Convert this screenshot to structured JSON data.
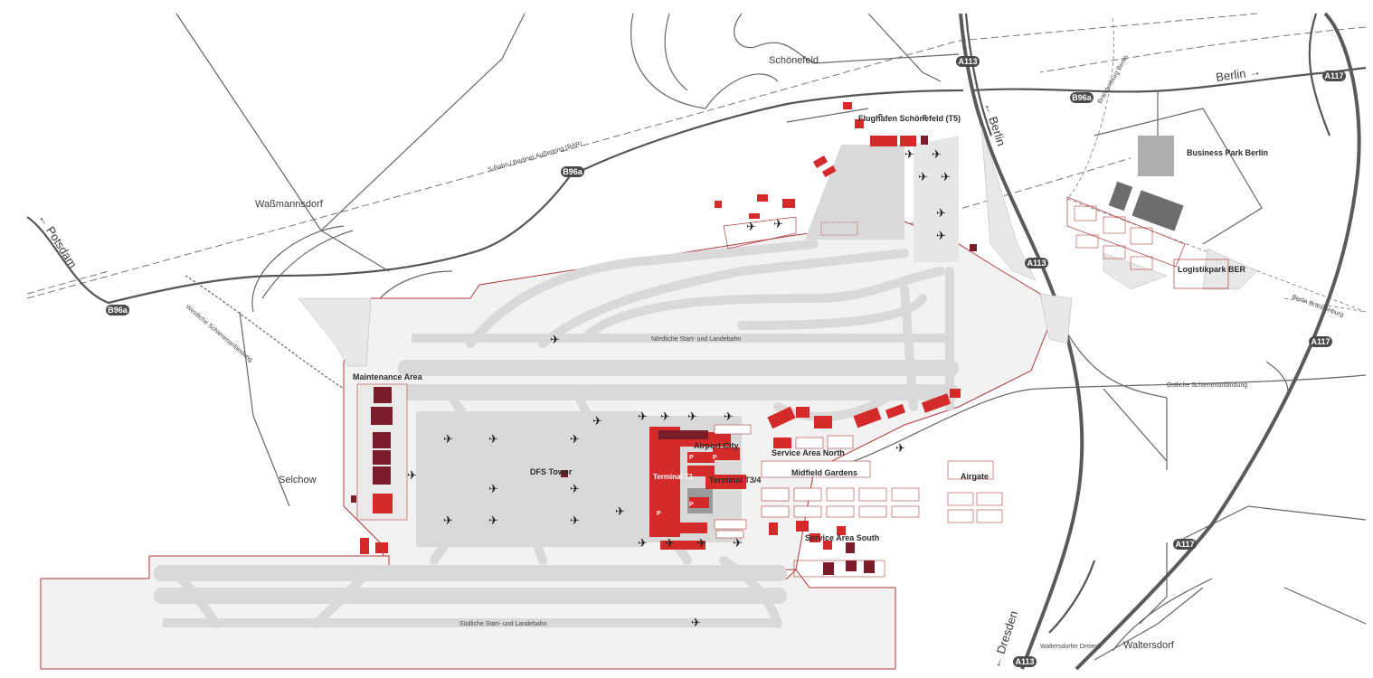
{
  "map": {
    "places": {
      "schoenefeld": "Schönefeld",
      "wassmannsdorf": "Waßmannsdorf",
      "selchow": "Selchow",
      "waltersdorf": "Waltersdorf",
      "waltersdorfer_dreieck": "Waltersdorfer Dreieck",
      "business_park": "Business Park Berlin",
      "logistikpark": "Logistikpark BER",
      "berlin_brandenburg_top": "Brandenburg Berlin",
      "berlin_brandenburg_right": "Berlin Brandenburg"
    },
    "directions": {
      "potsdam": "← Potsdam",
      "berlin_a113": "← Berlin",
      "berlin_b96a": "Berlin →",
      "dresden": "← Dresden"
    },
    "road_shields": {
      "a113_top": "A113",
      "a113_mid": "A113",
      "a113_bottom": "A113",
      "b96a_left": "B96a",
      "b96a_mid": "B96a",
      "b96a_right": "B96a",
      "a117_top": "A117",
      "a117_mid": "A117",
      "a117_bottom": "A117"
    },
    "rail_labels": {
      "bar": "S-Bahn / Berliner Außenring (BAR)",
      "west": "Westliche Schienenanbindung",
      "east": "Östliche Schienenanbindung"
    },
    "airport": {
      "runway_north": "Nördliche Start- und Landebahn",
      "runway_south": "Südliche Start- und Landebahn",
      "terminal_t1": "Terminal T1",
      "terminal_t34": "Terminal T3/4",
      "terminal_t5": "Flughafen Schönefeld (T5)",
      "airport_city": "Airport City",
      "service_north": "Service Area North",
      "service_south": "Service Area South",
      "midfield": "Midfield Gardens",
      "airgate": "Airgate",
      "maintenance": "Maintenance Area",
      "dfs_tower": "DFS Tower",
      "parking": "P"
    }
  },
  "colors": {
    "accent_red": "#d42a2a",
    "dark_red": "#7a1c2a",
    "apron_grey": "#d9d9d9",
    "road_grey": "#555555",
    "shield_grey": "#4a4a4a"
  }
}
